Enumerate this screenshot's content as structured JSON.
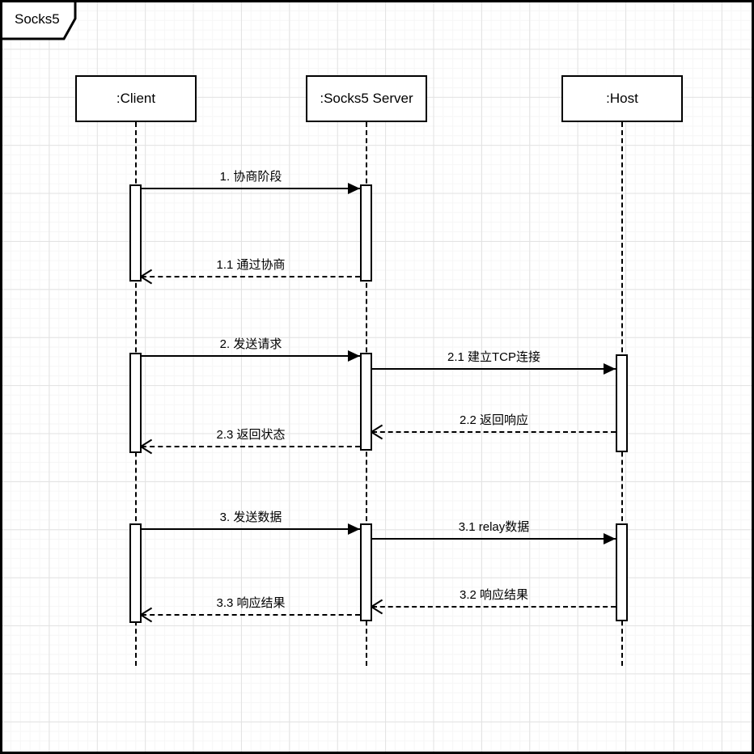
{
  "frame": {
    "title": "Socks5"
  },
  "lifelines": [
    {
      "id": "client",
      "label": ":Client"
    },
    {
      "id": "socks5-server",
      "label": ":Socks5 Server"
    },
    {
      "id": "host",
      "label": ":Host"
    }
  ],
  "messages": [
    {
      "label": "1. 协商阶段",
      "from": "client",
      "to": "socks5-server",
      "line": "solid",
      "arrowhead": "filled"
    },
    {
      "label": "1.1 通过协商",
      "from": "socks5-server",
      "to": "client",
      "line": "dashed",
      "arrowhead": "open"
    },
    {
      "label": "2. 发送请求",
      "from": "client",
      "to": "socks5-server",
      "line": "solid",
      "arrowhead": "filled"
    },
    {
      "label": "2.1 建立TCP连接",
      "from": "socks5-server",
      "to": "host",
      "line": "solid",
      "arrowhead": "filled"
    },
    {
      "label": "2.2 返回响应",
      "from": "host",
      "to": "socks5-server",
      "line": "dashed",
      "arrowhead": "open"
    },
    {
      "label": "2.3 返回状态",
      "from": "socks5-server",
      "to": "client",
      "line": "dashed",
      "arrowhead": "open"
    },
    {
      "label": "3. 发送数据",
      "from": "client",
      "to": "socks5-server",
      "line": "solid",
      "arrowhead": "filled"
    },
    {
      "label": "3.1 relay数据",
      "from": "socks5-server",
      "to": "host",
      "line": "solid",
      "arrowhead": "filled"
    },
    {
      "label": "3.2 响应结果",
      "from": "host",
      "to": "socks5-server",
      "line": "dashed",
      "arrowhead": "open"
    },
    {
      "label": "3.3 响应结果",
      "from": "socks5-server",
      "to": "client",
      "line": "dashed",
      "arrowhead": "open"
    }
  ],
  "colors": {
    "stroke": "#000000",
    "fill": "#ffffff",
    "grid_minor": "#f6f6f6",
    "grid_major": "#e2e2e2"
  }
}
